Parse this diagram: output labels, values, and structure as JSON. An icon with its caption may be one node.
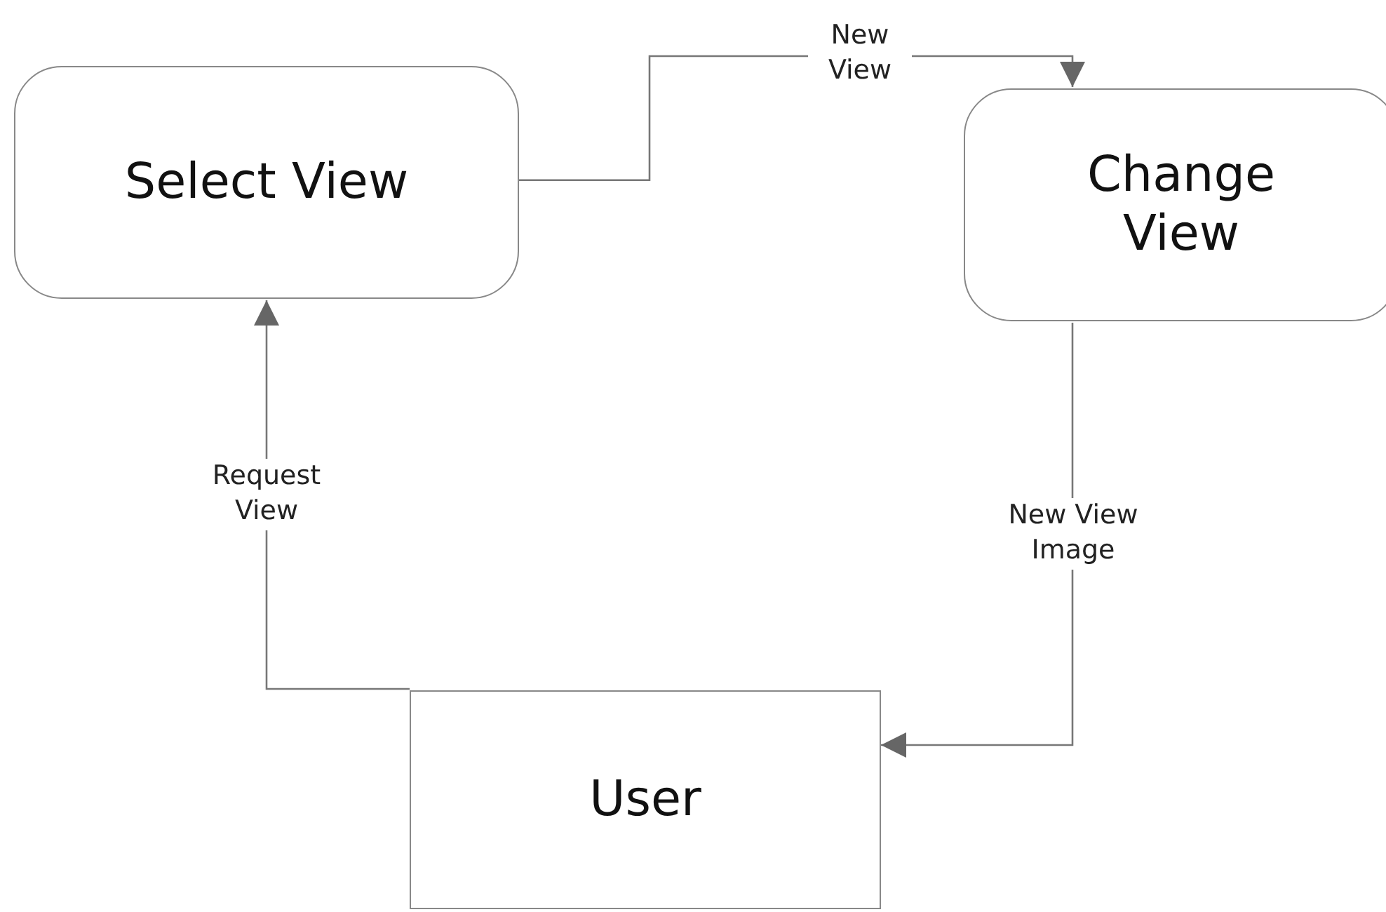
{
  "diagram": {
    "nodes": [
      {
        "text": [
          "Select View"
        ]
      },
      {
        "text": [
          "Change View"
        ]
      },
      {
        "text": [
          "User"
        ]
      }
    ],
    "edges": [
      {
        "from": 0,
        "to": 1,
        "arrow": "to",
        "label": "New View"
      },
      {
        "from": 1,
        "to": 2,
        "arrow": "to",
        "label": "New View Image"
      },
      {
        "from": 2,
        "to": 0,
        "arrow": "to",
        "label": "Request View"
      }
    ]
  }
}
